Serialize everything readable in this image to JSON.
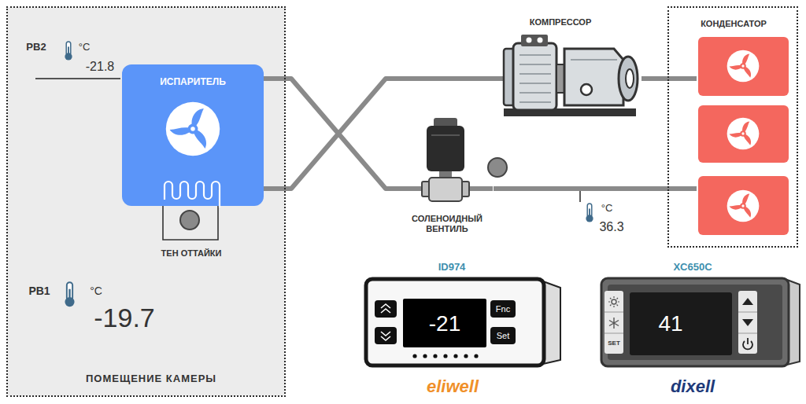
{
  "diagram": {
    "nodes": [
      {
        "text": [
          "ПОМЕЩЕНИЕ КАМЕРЫ"
        ]
      },
      {
        "text": [
          "ИСПАРИТЕЛЬ"
        ],
        "in": 0
      },
      {
        "text": [
          "КОМПРЕССОР"
        ]
      },
      {
        "text": [
          "КОНДЕНСАТОР"
        ]
      },
      {
        "text": [
          "СОЛЕНОИДНЫЙ ВЕНТИЛЬ"
        ]
      },
      {
        "text": [
          "ID974",
          "-21",
          "Fnc",
          "Set",
          "eliwell"
        ]
      },
      {
        "text": [
          "XC650C",
          "41",
          "SET",
          "dixell"
        ]
      }
    ],
    "edges": [
      {
        "from": 1,
        "to": 2,
        "arrow": "none"
      },
      {
        "from": 2,
        "to": 3,
        "arrow": "none"
      },
      {
        "from": 3,
        "to": 4,
        "arrow": "none"
      },
      {
        "from": 4,
        "to": 1,
        "arrow": "none"
      }
    ],
    "labels": [
      "PB2",
      "°C",
      "-21.8",
      "ТЕН ОТТАЙКИ",
      "PB1",
      "°C",
      "-19.7",
      "°C",
      "36.3"
    ]
  }
}
